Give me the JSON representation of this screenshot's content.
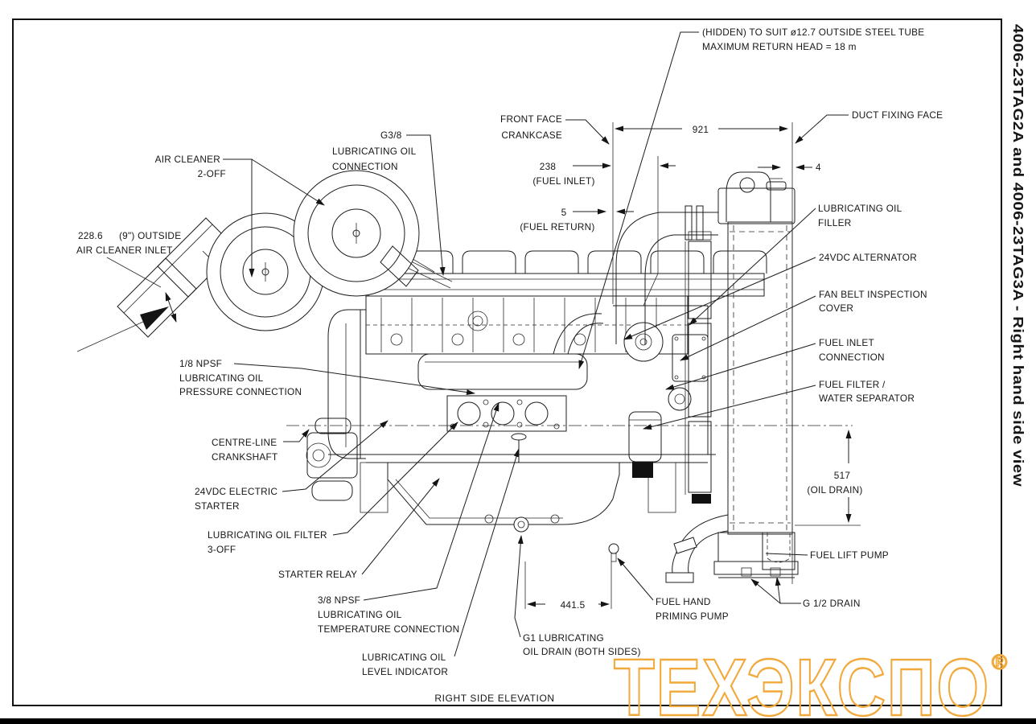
{
  "accent_watermark_color": "#f2a93b",
  "sidebar_title": "4006-23TAG2A and 4006-23TAG3A - Right hand side view",
  "watermark": {
    "text": "ТЕХЭКСПО",
    "registered": "®"
  },
  "footer": {
    "caption": "RIGHT SIDE ELEVATION"
  },
  "labels": {
    "hidden_tube": [
      "(HIDDEN) TO SUIT ø12.7 OUTSIDE STEEL TUBE",
      "MAXIMUM RETURN HEAD = 18 m"
    ],
    "air_cleaner": [
      "AIR CLEANER",
      "2-OFF"
    ],
    "air_inlet_dim": "228.6",
    "air_inlet_rest": "(9\") OUTSIDE",
    "air_inlet_line2": "AIR CLEANER INLET",
    "g38": [
      "G3/8",
      "LUBRICATING OIL",
      "CONNECTION"
    ],
    "front_face": [
      "FRONT FACE",
      "CRANKCASE"
    ],
    "dim_238": [
      "238",
      "(FUEL INLET)"
    ],
    "dim_5": [
      "5",
      "(FUEL RETURN)"
    ],
    "dim_921": "921",
    "dim_4": "4",
    "duct_fixing": "DUCT FIXING FACE",
    "oil_filler": [
      "LUBRICATING OIL",
      "FILLER"
    ],
    "alternator": "24VDC ALTERNATOR",
    "fan_belt": [
      "FAN BELT INSPECTION",
      "COVER"
    ],
    "fuel_inlet_conn": [
      "FUEL INLET",
      "CONNECTION"
    ],
    "fuel_filter": [
      "FUEL FILTER /",
      "WATER SEPARATOR"
    ],
    "dim_517": [
      "517",
      "(OIL DRAIN)"
    ],
    "fuel_lift_pump": "FUEL LIFT PUMP",
    "g12_drain": "G 1/2 DRAIN",
    "npsf18": [
      "1/8 NPSF",
      "LUBRICATING OIL",
      "PRESSURE CONNECTION"
    ],
    "centre_line": [
      "CENTRE-LINE",
      "CRANKSHAFT"
    ],
    "starter": [
      "24VDC ELECTRIC",
      "STARTER"
    ],
    "oil_filter": [
      "LUBRICATING OIL FILTER",
      "3-OFF"
    ],
    "starter_relay": "STARTER RELAY",
    "npsf38": [
      "3/8 NPSF",
      "LUBRICATING OIL",
      "TEMPERATURE CONNECTION"
    ],
    "level_indicator": [
      "LUBRICATING OIL",
      "LEVEL INDICATOR"
    ],
    "dim_4415": "441.5",
    "fuel_hand": [
      "FUEL HAND",
      "PRIMING PUMP"
    ],
    "g1_drain": [
      "G1 LUBRICATING",
      "OIL DRAIN (BOTH SIDES)"
    ]
  }
}
